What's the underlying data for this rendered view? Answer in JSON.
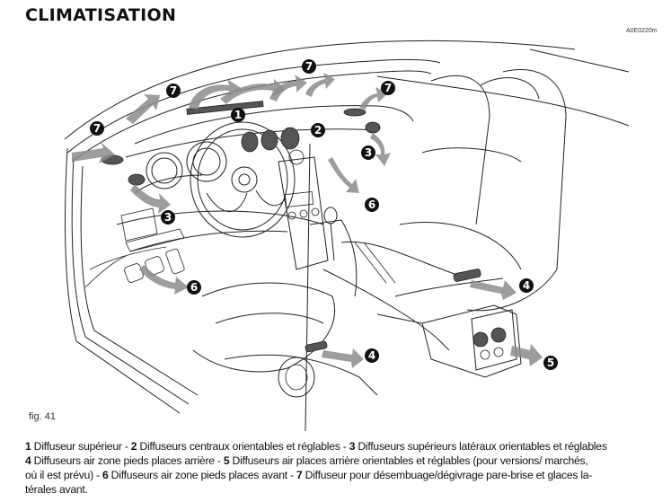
{
  "page": {
    "title": "CLIMATISATION",
    "figure_code": "A0E0220m",
    "figure_label": "fig. 41"
  },
  "diagram": {
    "subject": "car interior air vent layout",
    "callouts": [
      {
        "num": "7",
        "target": "windscreen-demist-left-far"
      },
      {
        "num": "7",
        "target": "windscreen-demist-left"
      },
      {
        "num": "7",
        "target": "windscreen-demist-center"
      },
      {
        "num": "7",
        "target": "windscreen-demist-right"
      },
      {
        "num": "1",
        "target": "upper-diffuser"
      },
      {
        "num": "2",
        "target": "central-diffusers"
      },
      {
        "num": "3",
        "target": "side-diffuser-right"
      },
      {
        "num": "3",
        "target": "side-diffuser-left"
      },
      {
        "num": "6",
        "target": "front-footwell-right"
      },
      {
        "num": "6",
        "target": "front-footwell-left"
      },
      {
        "num": "4",
        "target": "rear-footwell-right"
      },
      {
        "num": "4",
        "target": "rear-footwell-center"
      },
      {
        "num": "5",
        "target": "rear-console-vents"
      }
    ]
  },
  "caption": {
    "items": [
      {
        "num": "1",
        "text": " Diffuseur supérieur - "
      },
      {
        "num": "2",
        "text": " Diffuseurs centraux orientables et réglables - "
      },
      {
        "num": "3",
        "text": " Diffuseurs supérieurs latéraux orientables et réglables"
      },
      {
        "num": "4",
        "text": " Diffuseurs air zone pieds places arrière - "
      },
      {
        "num": "5",
        "text": " Diffuseurs air places arrière orientables et réglables (pour versions/ marchés,"
      },
      {
        "num": "",
        "text": "où il est prévu) - "
      },
      {
        "num": "6",
        "text": " Diffuseurs air zone pieds places avant - "
      },
      {
        "num": "7",
        "text": " Diffuseur pour désembuage/dégivrage pare-brise et glaces la-"
      },
      {
        "num": "",
        "text": "térales avant."
      }
    ]
  }
}
